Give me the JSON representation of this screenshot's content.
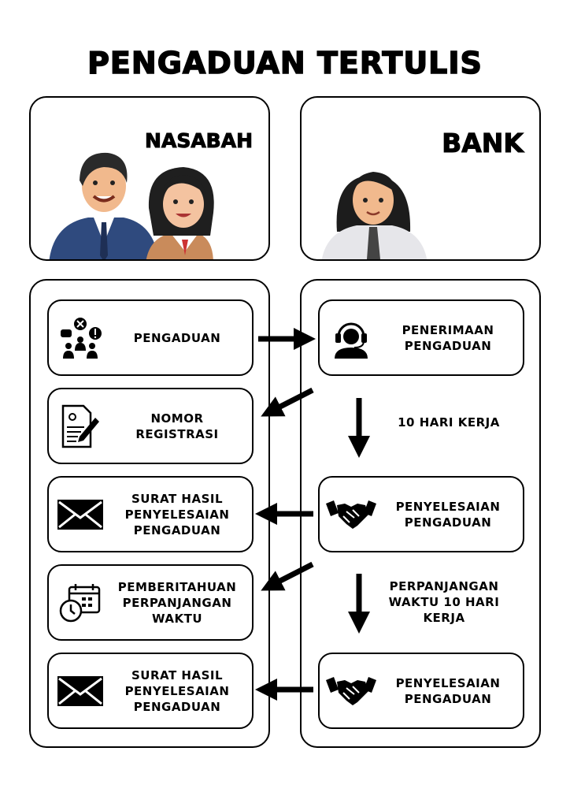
{
  "title": "PENGADUAN TERTULIS",
  "nasabah": {
    "header": "NASABAH"
  },
  "bank": {
    "header": "BANK"
  },
  "left_steps": [
    {
      "label": "PENGADUAN",
      "icon": "complaint-people-icon"
    },
    {
      "label": "NOMOR REGISTRASI",
      "icon": "document-pen-icon"
    },
    {
      "label": "SURAT HASIL PENYELESAIAN PENGADUAN",
      "icon": "envelope-icon"
    },
    {
      "label": "PEMBERITAHUAN PERPANJANGAN WAKTU",
      "icon": "calendar-clock-icon"
    },
    {
      "label": "SURAT HASIL PENYELESAIAN PENGADUAN",
      "icon": "envelope-icon"
    }
  ],
  "right_steps": [
    {
      "label": "PENERIMAAN PENGADUAN",
      "icon": "headset-agent-icon"
    },
    {
      "label": "PENYELESAIAN PENGADUAN",
      "icon": "handshake-icon"
    },
    {
      "label": "PENYELESAIAN PENGADUAN",
      "icon": "handshake-icon"
    }
  ],
  "notes": [
    "10 HARI KERJA",
    "PERPANJANGAN WAKTU 10 HARI KERJA"
  ]
}
